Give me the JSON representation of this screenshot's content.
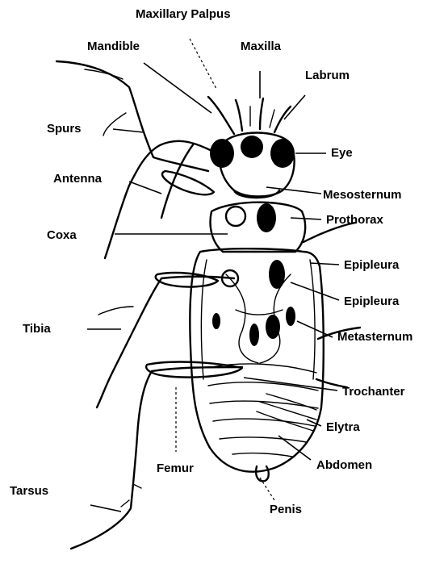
{
  "labels": {
    "maxillary_palpus": "Maxillary Palpus",
    "mandible": "Mandible",
    "maxilla": "Maxilla",
    "labrum": "Labrum",
    "spurs": "Spurs",
    "eye": "Eye",
    "antenna": "Antenna",
    "mesosternum": "Mesosternum",
    "coxa": "Coxa",
    "prothorax": "Prothorax",
    "epipleura_1": "Epipleura",
    "epipleura_2": "Epipleura",
    "tibia": "Tibia",
    "metasternum": "Metasternum",
    "trochanter": "Trochanter",
    "elytra": "Elytra",
    "femur": "Femur",
    "abdomen": "Abdomen",
    "tarsus": "Tarsus",
    "penis": "Penis"
  }
}
